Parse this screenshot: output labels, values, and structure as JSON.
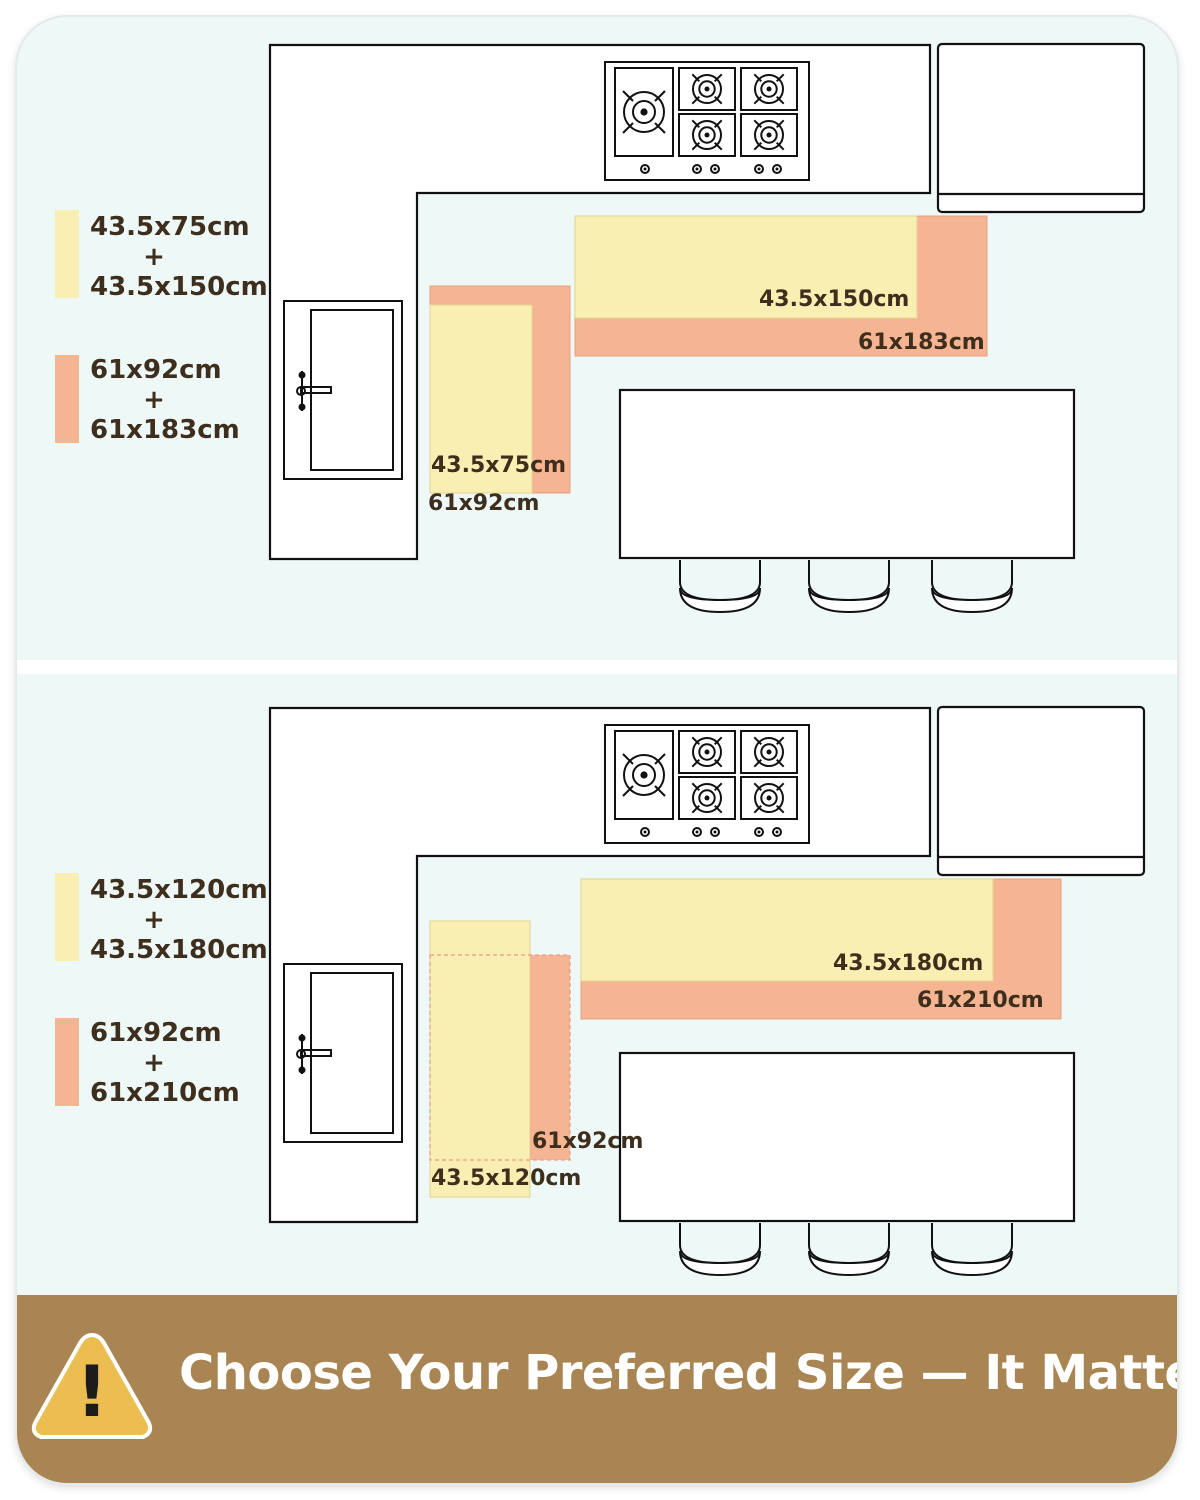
{
  "colors": {
    "background": "#eef8f7",
    "yellow_mat": "#faefb2",
    "salmon_mat": "#f6b592",
    "banner": "#a88553",
    "warning": "#ecbe52",
    "label_text": "#3d2e1d"
  },
  "icons": [
    "gas-stove-icon",
    "sink-icon",
    "faucet-icon",
    "bar-stool-icon",
    "warning-icon"
  ],
  "layouts": [
    {
      "legend": {
        "yellow_set": {
          "size_a": "43.5x75cm",
          "plus": "+",
          "size_b": "43.5x150cm"
        },
        "salmon_set": {
          "size_a": "61x92cm",
          "plus": "+",
          "size_b": "61x183cm"
        }
      },
      "mat_labels": {
        "yellow_long": "43.5x150cm",
        "salmon_long": "61x183cm",
        "yellow_short": "43.5x75cm",
        "salmon_short": "61x92cm"
      }
    },
    {
      "legend": {
        "yellow_set": {
          "size_a": "43.5x120cm",
          "plus": "+",
          "size_b": "43.5x180cm"
        },
        "salmon_set": {
          "size_a": "61x92cm",
          "plus": "+",
          "size_b": "61x210cm"
        }
      },
      "mat_labels": {
        "yellow_long": "43.5x180cm",
        "salmon_long": "61x210cm",
        "salmon_short": "61x92cm",
        "yellow_short": "43.5x120cm"
      }
    }
  ],
  "banner": {
    "title": "Choose Your Preferred Size — It Matters",
    "icon": "warning-icon"
  }
}
